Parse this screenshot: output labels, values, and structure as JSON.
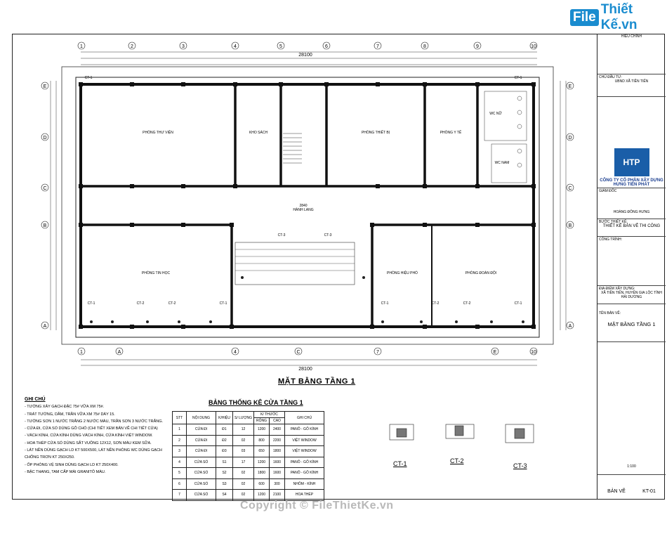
{
  "logo": {
    "box": "File",
    "text": "Thiết Kế.vn"
  },
  "plan": {
    "title": "MẶT BẰNG TẦNG 1",
    "top_dim": "28100",
    "bottom_dim": "28100",
    "corridor": "HÀNH LANG",
    "corridor_dim": "2840",
    "axes_num": [
      "1",
      "2",
      "3",
      "4",
      "5",
      "6",
      "7",
      "8",
      "9",
      "10"
    ],
    "axes_letter": [
      "E",
      "D",
      "C",
      "B",
      "A"
    ],
    "rooms": [
      {
        "name": "PHÒNG THƯ VIỆN"
      },
      {
        "name": "KHO SÁCH"
      },
      {
        "name": "PHÒNG THIẾT BỊ"
      },
      {
        "name": "PHÒNG Y TẾ"
      },
      {
        "name": "WC NỮ"
      },
      {
        "name": "WC NAM"
      },
      {
        "name": "PHÒNG TIN HỌC"
      },
      {
        "name": "PHÒNG HIỆU PHÓ"
      },
      {
        "name": "PHÒNG ĐOÀN ĐỘI"
      }
    ],
    "ct_labels": [
      "CT-1",
      "CT-2",
      "CT-3"
    ]
  },
  "notes": {
    "heading": "GHI CHÚ",
    "items": [
      "- TƯỜNG XÂY GẠCH ĐẶC 75# VỮA XM 75#.",
      "- TRÁT TƯỜNG, DẦM, TRẦN VỮA XM 75# DÀY 15.",
      "- TƯỜNG SƠN 1 NƯỚC TRẮNG 2 NƯỚC MÀU, TRẦN SƠN 3 NƯỚC TRẮNG.",
      "- CỬA ĐI, CỬA SỔ DÙNG GỖ CHÒ (CHI TIẾT XEM BẢN VẼ CHI TIẾT CỬA)",
      "- VÁCH KÍNH, CỬA KÍNH DÙNG VÁCH KÍNH, CỬA KÍNH VIỆT WINDOW.",
      "- HOA THÉP CỬA SỔ DÙNG SẮT VUÔNG 12X12, SƠN MÀU KEM SỮA.",
      "- LÁT NỀN DÙNG GẠCH LD KT 500X500, LÁT NỀN PHÒNG WC DÙNG GẠCH",
      "  CHỐNG TRƠN KT 250X250.",
      "- ỐP PHÒNG VỆ SINH DÙNG GẠCH LD KT 250X400.",
      "- BẬC THANG, TAM CẤP MÀI GRANITÔ MÀU."
    ]
  },
  "doors": {
    "title": "BẢNG THỐNG KÊ CỬA TẦNG 1",
    "headers": [
      "STT",
      "NỘI DUNG",
      "K/HIỆU",
      "S/ LƯỢNG",
      "K/ THƯỚC",
      "GHI CHÚ"
    ],
    "subheaders": [
      "RỘNG",
      "CAO"
    ],
    "rows": [
      [
        "1",
        "CỬA ĐI",
        "Đ1",
        "12",
        "1200",
        "2400",
        "PANÔ - GỖ KÍNH"
      ],
      [
        "2",
        "CỬA ĐI",
        "Đ2",
        "02",
        "800",
        "2200",
        "VIỆT WINDOW"
      ],
      [
        "3",
        "CỬA ĐI",
        "Đ3",
        "03",
        "650",
        "1800",
        "VIỆT WINDOW"
      ],
      [
        "4",
        "CỬA SỔ",
        "S1",
        "17",
        "1200",
        "1600",
        "PANÔ - GỖ KÍNH"
      ],
      [
        "5",
        "CỬA SỔ",
        "S2",
        "02",
        "1800",
        "1600",
        "PANÔ - GỖ KÍNH"
      ],
      [
        "6",
        "CỬA SỔ",
        "S3",
        "02",
        "600",
        "300",
        "NHÔM - KÍNH"
      ],
      [
        "7",
        "CỬA SỔ",
        "S4",
        "02",
        "1200",
        "2100",
        "HOA THÉP"
      ]
    ]
  },
  "sections": [
    "CT-1",
    "CT-2",
    "CT-3"
  ],
  "titleblock": {
    "revision": "HIỆU CHỈNH",
    "owner_label": "CHỦ ĐẦU TƯ:",
    "owner": "UBND XÃ TIỀN TIẾN",
    "company": "CÔNG TY CỔ PHẦN XÂY DỰNG HƯNG TIẾN PHÁT",
    "director_label": "GIÁM ĐỐC",
    "director": "HOÀNG ĐÔNG HƯNG",
    "stage_label": "BƯỚC THIẾT KẾ:",
    "stage": "THIẾT KẾ BẢN VẼ THI CÔNG",
    "project_label": "CÔNG TRÌNH:",
    "location_label": "ĐỊA ĐIỂM XÂY DỰNG:",
    "location": "XÃ TIỀN TIẾN, HUYỆN GIA LỘC TỈNH HẢI DƯƠNG",
    "drawing_label": "TÊN BẢN VẼ:",
    "drawing": "MẶT BẰNG TẦNG 1",
    "scale": "1:100",
    "sheet_label": "BẢN VẼ",
    "sheet": "KT-01"
  },
  "watermark": "Copyright © FileThietKe.vn"
}
